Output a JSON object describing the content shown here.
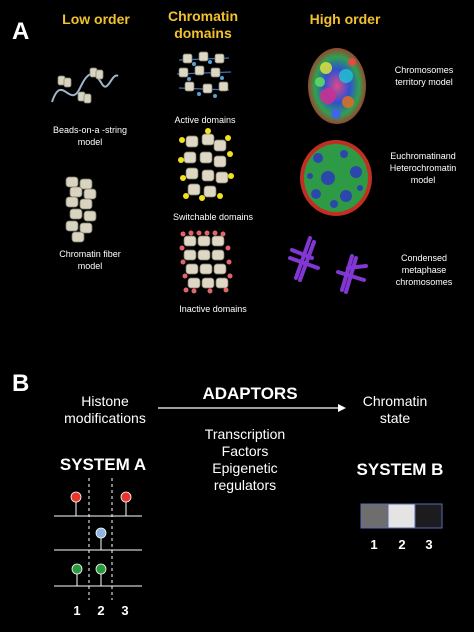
{
  "panel_a": {
    "letter": "A",
    "headers": {
      "low_order": "Low order",
      "chromatin_domains_line1": "Chromatin",
      "chromatin_domains_line2": "domains",
      "high_order": "High order"
    },
    "low_order_models": [
      {
        "line1": "Beads-on-a -string",
        "line2": "model"
      },
      {
        "line1": "Chromatin fiber",
        "line2": "model"
      }
    ],
    "domains": [
      {
        "label": "Active domains"
      },
      {
        "label": "Switchable domains"
      },
      {
        "label": "Inactive domains"
      }
    ],
    "high_order_models": [
      {
        "line1": "Chromosomes",
        "line2": "territory model",
        "line3": ""
      },
      {
        "line1": "Euchromatinand",
        "line2": "Heterochromatin",
        "line3": "model"
      },
      {
        "line1": "Condensed",
        "line2": "metaphase",
        "line3": "chromosomes"
      }
    ]
  },
  "panel_b": {
    "letter": "B",
    "left_line1": "Histone",
    "left_line2": "modifications",
    "adaptors": "ADAPTORS",
    "adaptor_items": [
      "Transcription",
      "Factors",
      "Epigenetic",
      "regulators"
    ],
    "right_line1": "Chromatin",
    "right_line2": "state",
    "system_a": "SYSTEM A",
    "system_b": "SYSTEM B",
    "system_a_numbers": [
      "1",
      "2",
      "3"
    ],
    "system_b_numbers": [
      "1",
      "2",
      "3"
    ],
    "colors": {
      "red": "#e8342a",
      "blue": "#8fb4e0",
      "green": "#2a9a3c",
      "box1": "#6e6e6e",
      "box2": "#e4e4e4",
      "box3": "#1c1c1e"
    }
  }
}
